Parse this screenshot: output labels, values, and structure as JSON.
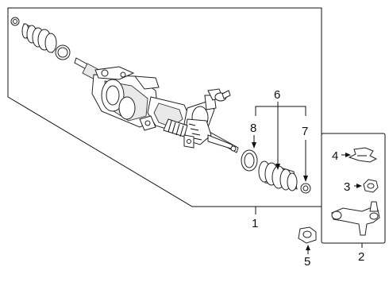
{
  "callouts": {
    "c1": "1",
    "c2": "2",
    "c3": "3",
    "c4": "4",
    "c5": "5",
    "c6": "6",
    "c7": "7",
    "c8": "8"
  },
  "colors": {
    "ink": "#111111",
    "fill": "#ffffff",
    "shade": "#e9e9e9"
  }
}
